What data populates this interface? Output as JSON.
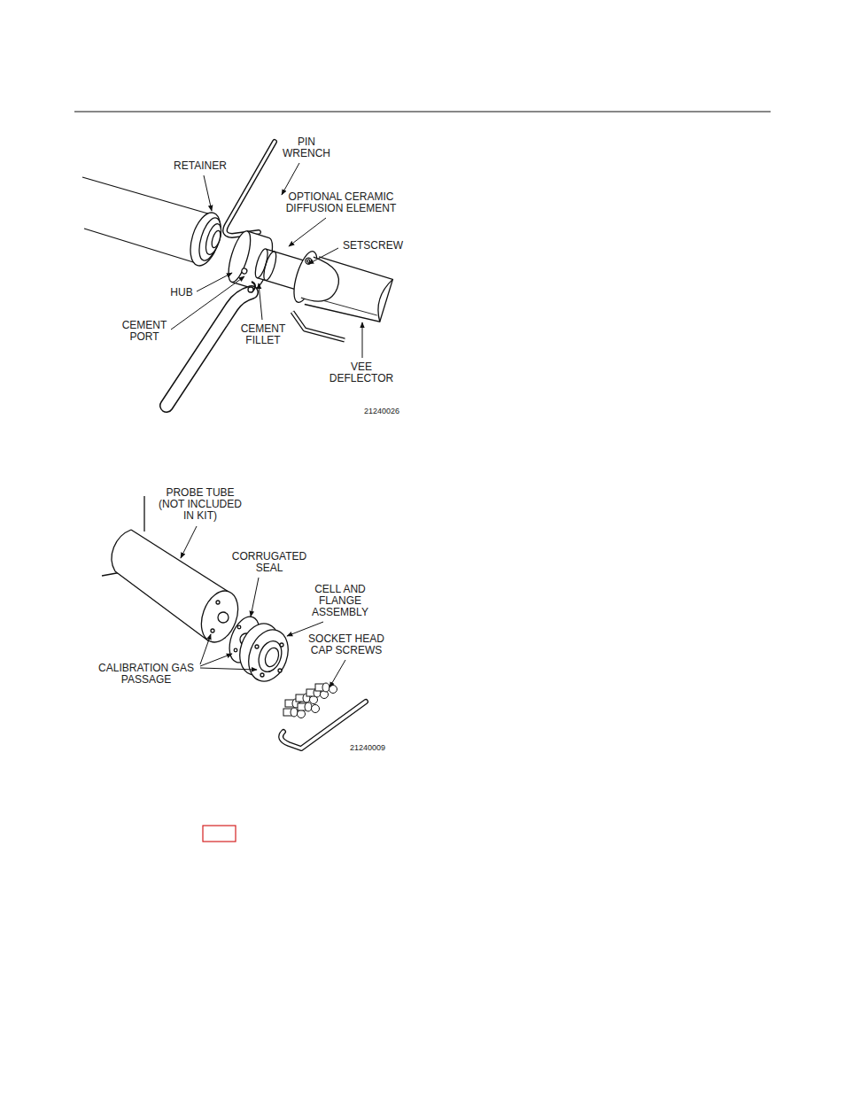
{
  "diagram": {
    "labels": [
      "PIN WRENCH",
      "RETAINER",
      "OPTIONAL CERAMIC DIFFUSION ELEMENT",
      "SETSCREW",
      "HUB",
      "CEMENT PORT",
      "CEMENT FILLET",
      "VEE DEFLECTOR",
      "21240026",
      "PROBE TUBE (NOT INCLUDED IN KIT)",
      "CORRUGATED SEAL",
      "CELL AND FLANGE ASSEMBLY",
      "SOCKET HEAD CAP SCREWS",
      "CALIBRATION GAS PASSAGE",
      "21240009"
    ]
  }
}
